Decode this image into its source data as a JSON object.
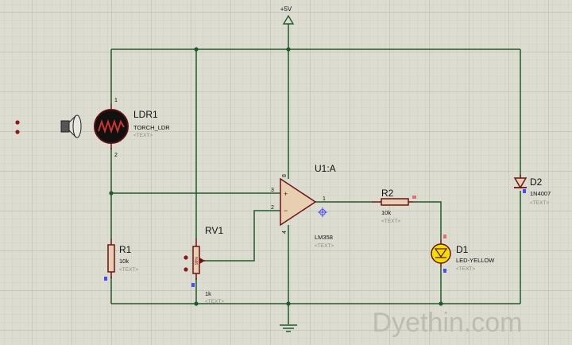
{
  "colors": {
    "background": "#dcdcd0",
    "grid_minor": "#c6c6ba",
    "grid_major": "#b4b4a8",
    "wire": "#1f5a2a",
    "component": "#6b1515",
    "component_fill": "#e8cfb2",
    "label": "#111111",
    "placeholder": "#8a8a80",
    "pin_red": "#e07070",
    "pin_blue": "#4a4aff",
    "led": "#f0e000",
    "watermark": "#bcbcb0"
  },
  "supply": {
    "label": "+5V"
  },
  "ldr": {
    "ref": "LDR1",
    "value": "TORCH_LDR",
    "text": "<TEXT>",
    "pin1": "1",
    "pin2": "2"
  },
  "r1": {
    "ref": "R1",
    "value": "10k",
    "text": "<TEXT>"
  },
  "rv1": {
    "ref": "RV1",
    "value": "1k",
    "text": "<TEXT>",
    "body": "99%"
  },
  "opamp": {
    "ref": "U1:A",
    "value": "LM358",
    "text": "<TEXT>",
    "pin_noninv": "3",
    "pin_inv": "2",
    "pin_out": "1",
    "pin_vcc": "8",
    "pin_gnd": "4",
    "sign_plus": "+",
    "sign_minus": "−"
  },
  "r2": {
    "ref": "R2",
    "value": "10k",
    "text": "<TEXT>"
  },
  "d1": {
    "ref": "D1",
    "value": "LED-YELLOW",
    "text": "<TEXT>"
  },
  "d2": {
    "ref": "D2",
    "value": "1N4007",
    "text": "<TEXT>"
  },
  "watermark": "Dyethin.com",
  "icons": [
    "torch-icon",
    "ldr-icon",
    "resistor-icon",
    "potentiometer-icon",
    "opamp-icon",
    "led-icon",
    "diode-icon",
    "ground-icon",
    "power-terminal-icon"
  ]
}
